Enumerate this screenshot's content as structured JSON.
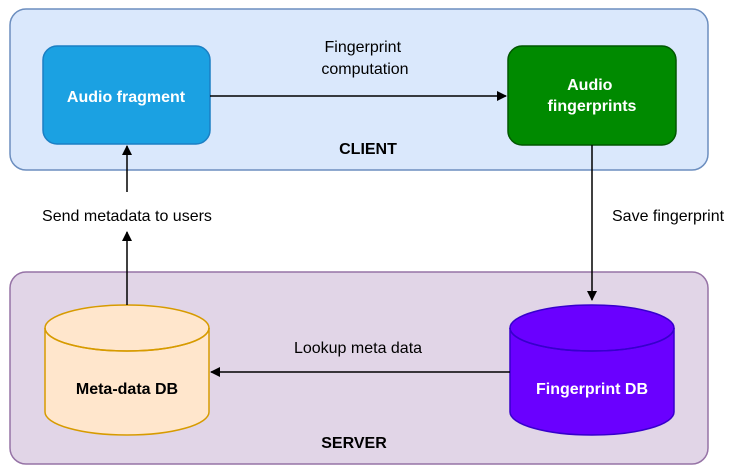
{
  "client": {
    "label": "CLIENT",
    "audio_fragment": "Audio fragment",
    "audio_fingerprints": [
      "Audio",
      "fingerprints"
    ],
    "edge_label": [
      "Fingerprint",
      "computation"
    ]
  },
  "server": {
    "label": "SERVER",
    "meta_db": "Meta-data DB",
    "fingerprint_db": "Fingerprint DB",
    "edge_label": "Lookup meta data"
  },
  "edges": {
    "save_fingerprint": "Save fingerprint",
    "send_metadata": "Send metadata to users"
  },
  "colors": {
    "client_fill": "#dae8fc",
    "client_stroke": "#6c8ebf",
    "server_fill": "#e1d5e7",
    "server_stroke": "#9673a6",
    "audio_fragment_fill": "#1ba1e2",
    "audio_fingerprints_fill": "#008a00",
    "meta_db_fill": "#ffe6cc",
    "meta_db_stroke": "#d79b00",
    "fingerprint_db_fill": "#6a00ff",
    "fingerprint_db_stroke": "#3700cc"
  }
}
